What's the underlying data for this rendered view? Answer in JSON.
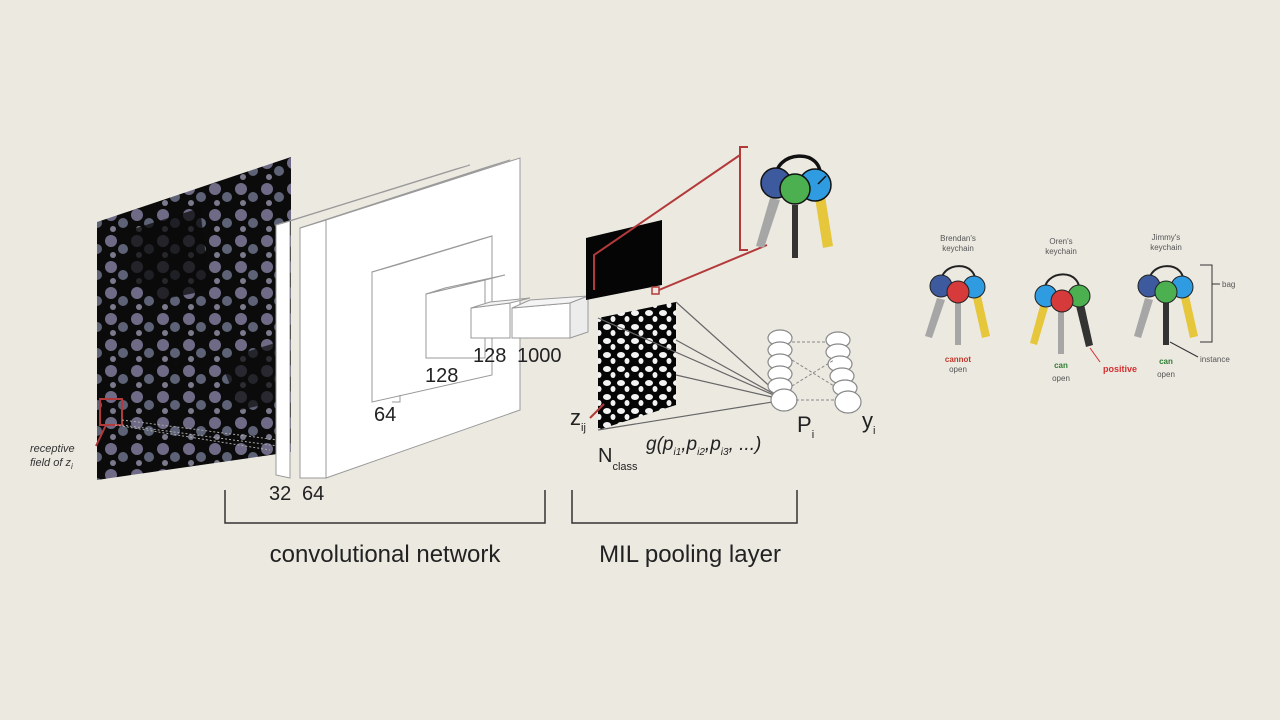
{
  "network": {
    "receptive_field_label": [
      "receptive",
      "field of z"
    ],
    "receptive_field_subscript": "i",
    "layer_sizes": [
      "32",
      "64",
      "64",
      "128",
      "128",
      "1000"
    ],
    "section_label": "convolutional network"
  },
  "mil": {
    "z_label": "z",
    "z_subscript": "ij",
    "n_label": "N",
    "n_subscript": "class",
    "g_formula": "g(p",
    "g_subscripts": [
      "i1",
      "i2",
      "i3"
    ],
    "g_tail": "...)",
    "p_label": "P",
    "p_subscript": "i",
    "y_label": "y",
    "y_subscript": "i",
    "section_label": "MIL pooling layer"
  },
  "keychains": [
    {
      "owner": [
        "Brendan's",
        "keychain"
      ],
      "verdict": "cannot",
      "action": "open",
      "verdict_color": "#c0392b"
    },
    {
      "owner": [
        "Oren's",
        "keychain"
      ],
      "verdict": "can",
      "action": "open",
      "verdict_color": "#2e7d32",
      "extra": "positive",
      "extra_color": "#d32f2f"
    },
    {
      "owner": [
        "Jimmy's",
        "keychain"
      ],
      "verdict": "can",
      "action": "open",
      "verdict_color": "#2e7d32"
    }
  ],
  "annotations": {
    "bag": "bag",
    "instance": "instance"
  },
  "colors": {
    "background": "#ece9e1",
    "accent_red": "#b33a3a",
    "key_blue_dark": "#3d5a9e",
    "key_green": "#4caf50",
    "key_blue_light": "#2f9be0",
    "key_red": "#d63a3a",
    "key_yellow": "#e6c63a",
    "key_gray": "#a6a6a6",
    "key_black": "#333333"
  }
}
